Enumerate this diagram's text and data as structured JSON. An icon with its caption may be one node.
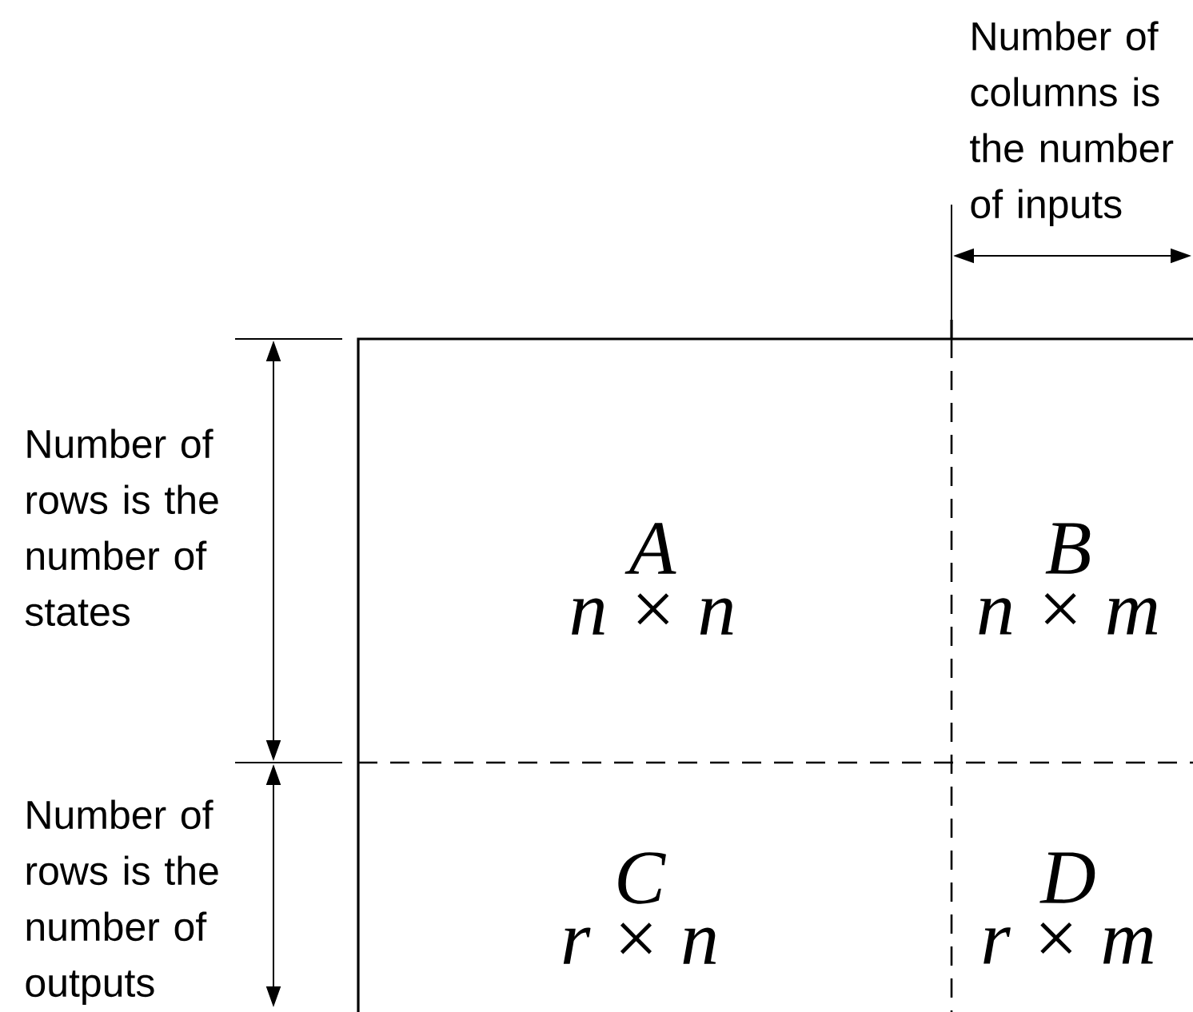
{
  "diagram": {
    "nodes": [
      {
        "text": [
          "A",
          "n × n"
        ]
      },
      {
        "text": [
          "B",
          "n × m"
        ]
      },
      {
        "text": [
          "C",
          "r × n"
        ]
      },
      {
        "text": [
          "D",
          "r × m"
        ]
      }
    ],
    "labels": [
      "Number of columns is the number of inputs",
      "Number of rows is the number of states",
      "Number of rows is the number of outputs"
    ]
  }
}
